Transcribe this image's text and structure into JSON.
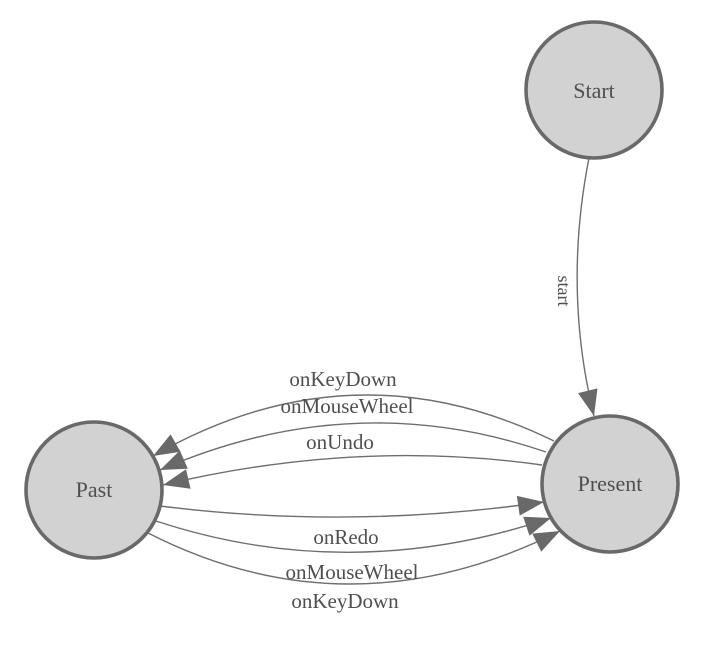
{
  "diagram": {
    "type": "state-diagram",
    "background": "#ffffff",
    "colors": {
      "node_fill": "#d2d2d2",
      "node_border": "#696969",
      "edge_line": "#6e6e6e",
      "arrowhead": "#696969",
      "label_text": "#4f4f4f"
    },
    "nodes": [
      {
        "id": "start",
        "label": "Start"
      },
      {
        "id": "present",
        "label": "Present"
      },
      {
        "id": "past",
        "label": "Past"
      }
    ],
    "edges": [
      {
        "from": "Start",
        "to": "Present",
        "label": "start"
      },
      {
        "from": "Present",
        "to": "Past",
        "label": "onKeyDown"
      },
      {
        "from": "Present",
        "to": "Past",
        "label": "onMouseWheel"
      },
      {
        "from": "Present",
        "to": "Past",
        "label": "onUndo"
      },
      {
        "from": "Past",
        "to": "Present",
        "label": "onRedo"
      },
      {
        "from": "Past",
        "to": "Present",
        "label": "onMouseWheel"
      },
      {
        "from": "Past",
        "to": "Present",
        "label": "onKeyDown"
      }
    ]
  }
}
